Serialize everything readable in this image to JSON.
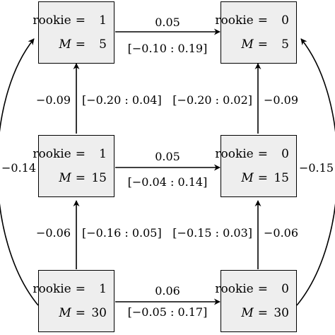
{
  "nodes": {
    "rookie_m5": {
      "rookie_label": "rookie",
      "rookie_value": "1",
      "m_label": "M",
      "m_value": "5"
    },
    "vet_m5": {
      "rookie_label": "rookie",
      "rookie_value": "0",
      "m_label": "M",
      "m_value": "5"
    },
    "rookie_m15": {
      "rookie_label": "rookie",
      "rookie_value": "1",
      "m_label": "M",
      "m_value": "15"
    },
    "vet_m15": {
      "rookie_label": "rookie",
      "rookie_value": "0",
      "m_label": "M",
      "m_value": "15"
    },
    "rookie_m30": {
      "rookie_label": "rookie",
      "rookie_value": "1",
      "m_label": "M",
      "m_value": "30"
    },
    "vet_m30": {
      "rookie_label": "rookie",
      "rookie_value": "0",
      "m_label": "M",
      "m_value": "30"
    }
  },
  "edges": {
    "top_horizontal": {
      "estimate": "0.05",
      "interval": "[−0.10 : 0.19]"
    },
    "middle_horizontal": {
      "estimate": "0.05",
      "interval": "[−0.04 : 0.14]"
    },
    "bottom_horizontal": {
      "estimate": "0.06",
      "interval": "[−0.05 : 0.17]"
    },
    "left_upper": {
      "estimate": "−0.09",
      "interval": "[−0.20 : 0.04]"
    },
    "right_upper": {
      "estimate": "−0.09",
      "interval": "[−0.20 : 0.02]"
    },
    "left_lower": {
      "estimate": "−0.06",
      "interval": "[−0.16 : 0.05]"
    },
    "right_lower": {
      "estimate": "−0.06",
      "interval": "[−0.15 : 0.03]"
    },
    "left_arc": {
      "estimate": "−0.14"
    },
    "right_arc": {
      "estimate": "−0.15"
    }
  }
}
